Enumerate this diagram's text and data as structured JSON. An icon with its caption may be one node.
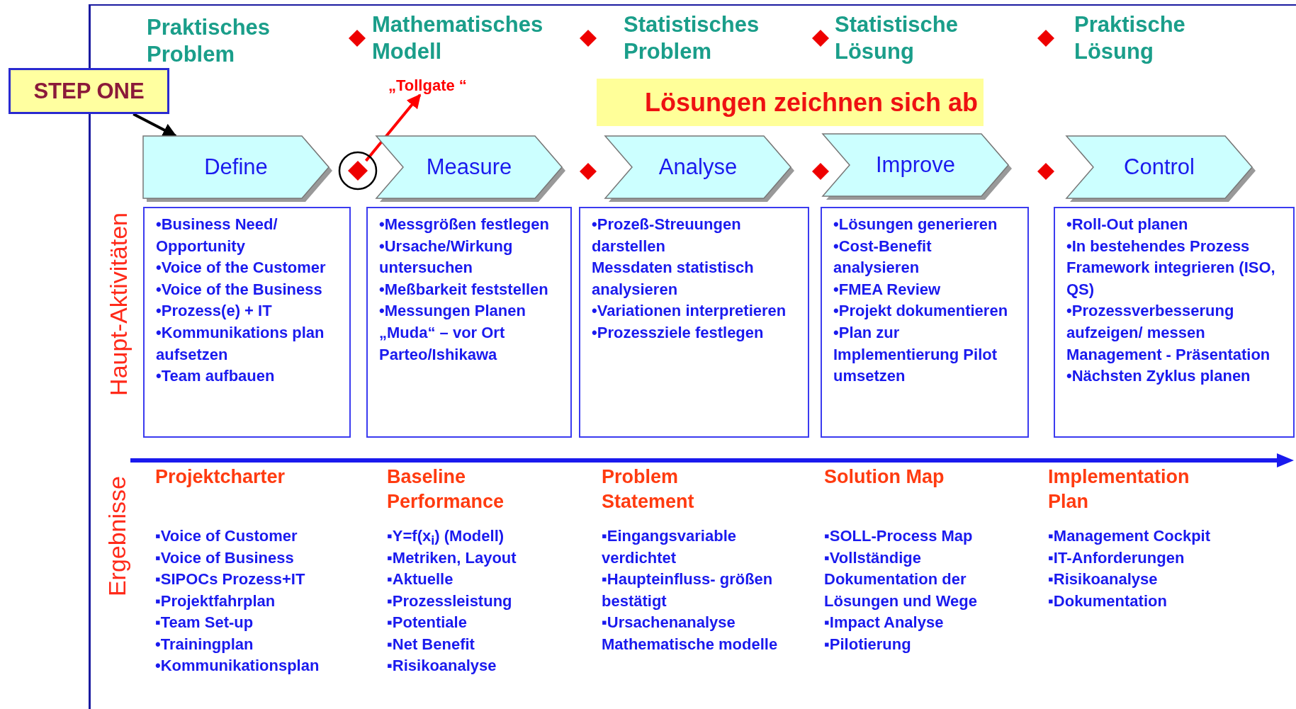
{
  "diagram": {
    "nodes": [
      {
        "text": [
          "STEP ONE"
        ]
      },
      {
        "text": [
          "„Tollgate “"
        ]
      },
      {
        "text": [
          "Define"
        ]
      },
      {
        "text": [],
        "shape": "diamond"
      },
      {
        "text": [
          "Measure"
        ]
      },
      {
        "text": [
          "Analyse"
        ]
      },
      {
        "text": [
          "Improve"
        ]
      },
      {
        "text": [
          "Control"
        ]
      },
      {
        "text": [
          "•Business Need/ Opportunity",
          "•Voice of the Customer",
          "•Voice of the Business",
          "•Prozess(e) + IT",
          "•Kommunikations plan aufsetzen",
          "•Team aufbauen"
        ]
      },
      {
        "text": [
          "•Messgrößen festlegen",
          "•Ursache/Wirkung untersuchen",
          "•Meßbarkeit feststellen",
          "•Messungen Planen",
          "„Muda“ – vor Ort Parteo/Ishikawa"
        ]
      },
      {
        "text": [
          "•Prozeß-Streuungen darstellen",
          "Messdaten statistisch analysieren",
          "•Variationen interpretieren",
          "•Prozessziele festlegen"
        ]
      },
      {
        "text": [
          "•Lösungen generieren",
          "•Cost-Benefit analysieren",
          "•FMEA Review",
          "•Projekt dokumentieren",
          "•Plan zur Implementierung Pilot umsetzen"
        ]
      },
      {
        "text": [
          "•Roll-Out planen",
          "•In bestehendes Prozess Framework integrieren (ISO, QS)",
          "•Prozessverbesserung aufzeigen/ messen",
          "Management - Präsentation",
          "•Nächsten Zyklus planen"
        ]
      }
    ],
    "edges": [
      {
        "from": 0,
        "to": 2,
        "arrow": "to"
      },
      {
        "from": 3,
        "to": 1,
        "arrow": "to",
        "color": "#ff0000"
      }
    ],
    "labels": [
      "Praktisches Problem",
      "Mathematisches Modell",
      "Statistisches Problem",
      "Statistische Lösung",
      "Praktische Lösung",
      "Lösungen zeichnen sich ab",
      "Haupt-Aktivitäten",
      "Ergebnisse",
      "Projektcharter",
      "▪Voice of Customer",
      "▪Voice of Business",
      "▪SIPOCs Prozess+IT",
      "▪Projektfahrplan",
      "▪Team Set-up",
      "•Trainingplan",
      "•Kommunikationsplan",
      "Baseline Performance",
      "▪Y=f(x$_{i}$) (Modell)",
      "▪Metriken, Layout",
      "▪Aktuelle",
      "▪Prozessleistung",
      "▪Potentiale",
      "▪Net Benefit",
      "▪Risikoanalyse",
      "Problem Statement",
      "▪Eingangsvariable verdichtet",
      "▪Haupteinfluss- größen bestätigt",
      "▪Ursachenanalyse Mathematische modelle",
      "Solution Map",
      "▪SOLL-Process Map",
      "▪Vollständige Dokumentation der Lösungen und Wege",
      "▪Impact Analyse",
      "▪Pilotierung",
      "Implementation Plan",
      "▪Management Cockpit",
      "▪IT-Anforderungen",
      "▪Risikoanalyse",
      "▪Dokumentation"
    ]
  }
}
